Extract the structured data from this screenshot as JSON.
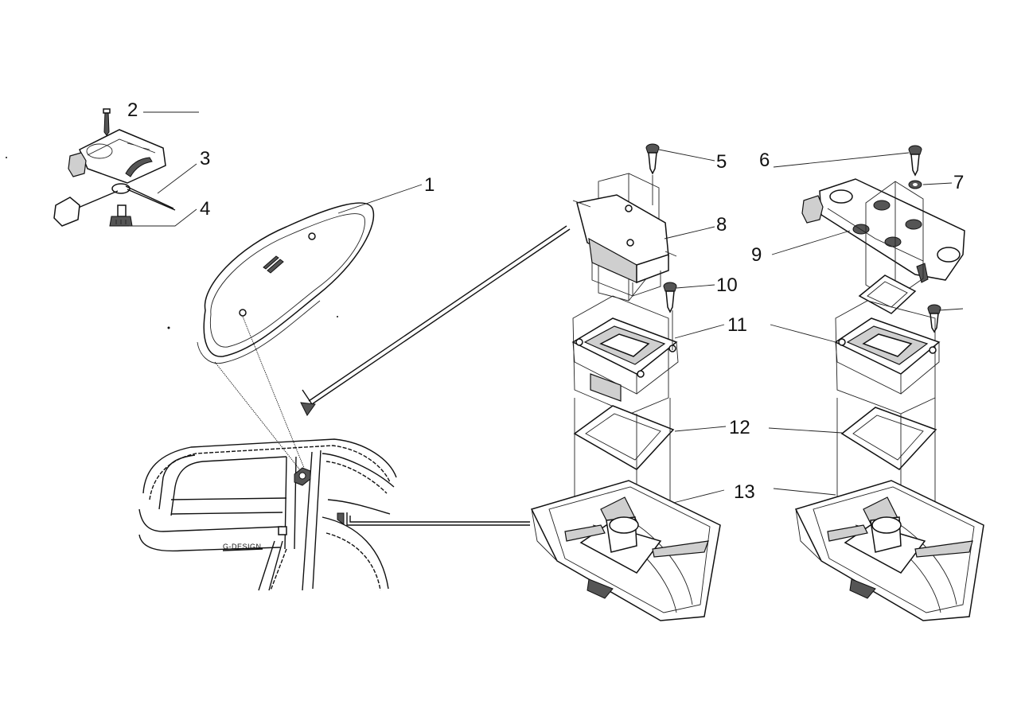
{
  "diagram": {
    "callouts": [
      {
        "id": "1",
        "text": "1"
      },
      {
        "id": "2",
        "text": "2"
      },
      {
        "id": "3",
        "text": "3"
      },
      {
        "id": "4",
        "text": "4"
      },
      {
        "id": "5",
        "text": "5"
      },
      {
        "id": "6",
        "text": "6"
      },
      {
        "id": "7",
        "text": "7"
      },
      {
        "id": "8",
        "text": "8"
      },
      {
        "id": "9",
        "text": "9"
      },
      {
        "id": "10",
        "text": "10"
      },
      {
        "id": "11",
        "text": "11"
      },
      {
        "id": "12",
        "text": "12"
      },
      {
        "id": "13",
        "text": "13"
      }
    ],
    "roof_mark": "G-DESIGN"
  }
}
